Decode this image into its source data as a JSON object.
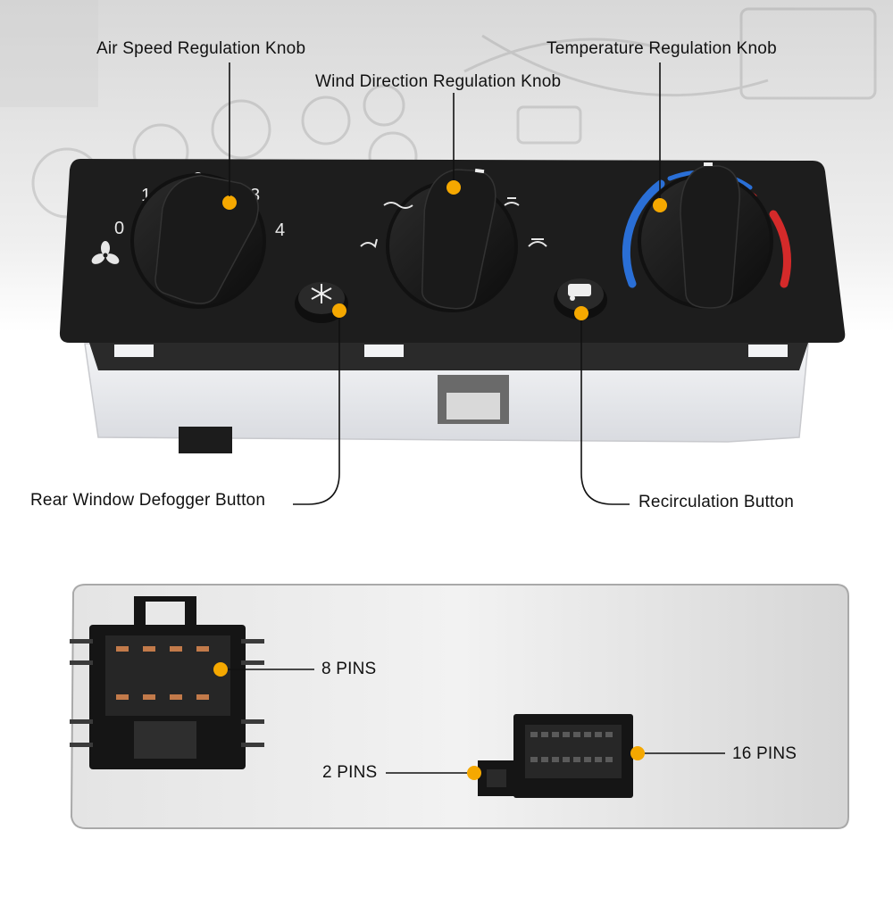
{
  "labels": {
    "air_speed_knob": "Air Speed Regulation Knob",
    "wind_direction_knob": "Wind Direction Regulation Knob",
    "temperature_knob": "Temperature Regulation Knob",
    "rear_defogger_button": "Rear Window Defogger Button",
    "recirculation_button": "Recirculation Button",
    "pins_8": "8 PINS",
    "pins_2": "2 PINS",
    "pins_16": "16 PINS"
  },
  "fan_scale": [
    "0",
    "1",
    "2",
    "3",
    "4"
  ],
  "colors": {
    "marker_dot": "#f5a800",
    "panel": "#1c1c1c",
    "knob": "#141414",
    "cold": "#2a6fd6",
    "hot": "#d42a2a",
    "housing": "#e9eaed"
  },
  "icons": [
    "fan-icon",
    "snowflake-icon",
    "recirculation-icon",
    "vent-face-icon",
    "vent-feet-icon",
    "defrost-icon"
  ]
}
